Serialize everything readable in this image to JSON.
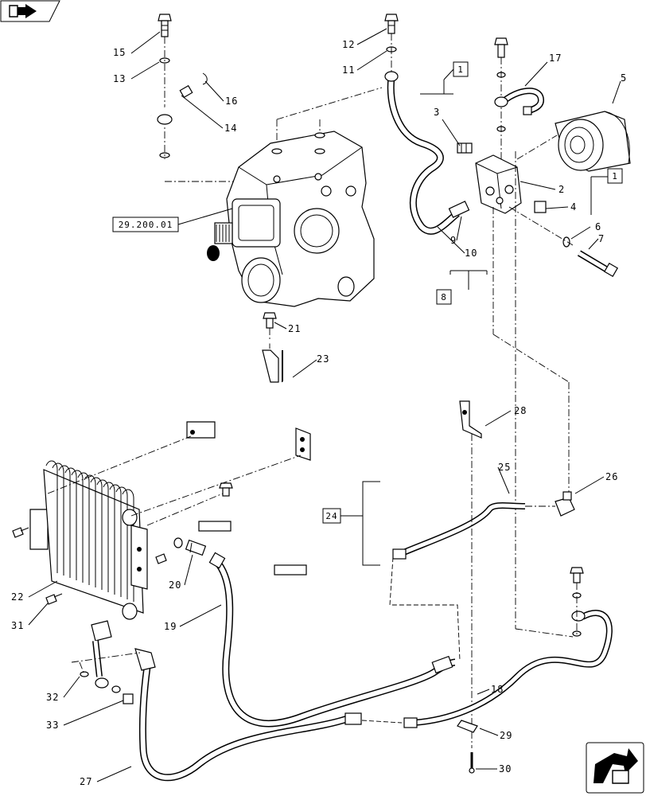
{
  "callouts": {
    "n1": "1",
    "n2": "2",
    "n3": "3",
    "n4": "4",
    "n5": "5",
    "n6": "6",
    "n7": "7",
    "n8": "8",
    "n9": "9",
    "n10": "10",
    "n11": "11",
    "n12": "12",
    "n13": "13",
    "n14": "14",
    "n15": "15",
    "n16": "16",
    "n17": "17",
    "n18": "18",
    "n19": "19",
    "n20": "20",
    "n21": "21",
    "n22": "22",
    "n23": "23",
    "n24": "24",
    "n25": "25",
    "n26": "26",
    "n27": "27",
    "n28": "28",
    "n29": "29",
    "n30": "30",
    "n31": "31",
    "n32": "32",
    "n33": "33"
  },
  "boxed": {
    "ref_1a": "1",
    "ref_1b": "1",
    "ref_8": "8",
    "ref_24": "24",
    "ref_section": "29.200.01"
  },
  "nav": {
    "prev_icon": "back-arrow-icon",
    "next_icon": "forward-arrow-icon"
  }
}
